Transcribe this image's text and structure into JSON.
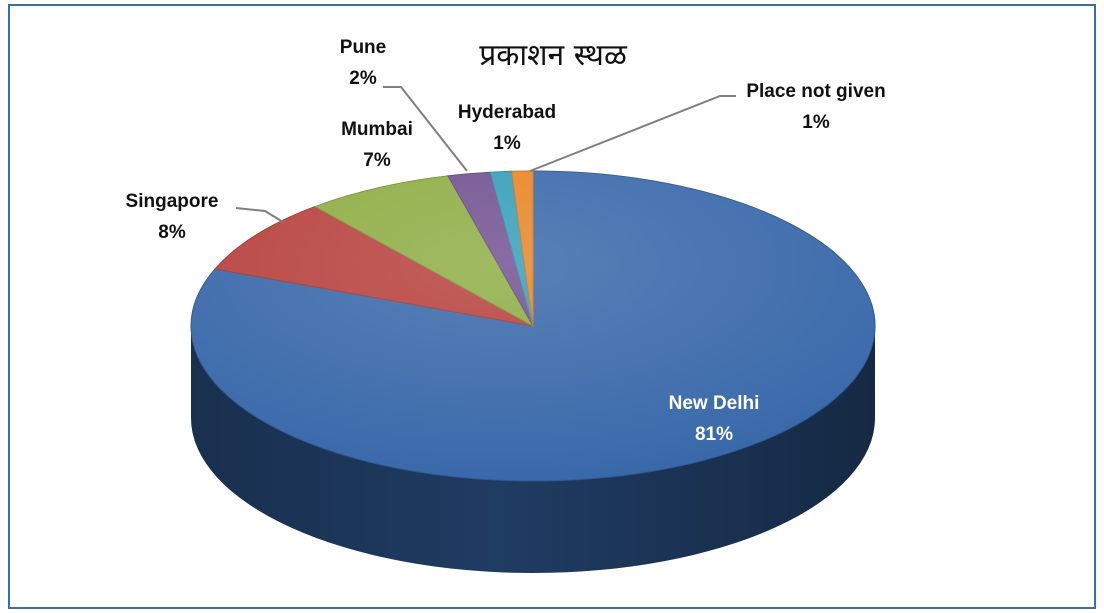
{
  "chart_data": {
    "type": "pie",
    "title": "प्रकाशन स्थळ",
    "slices": [
      {
        "name": "New Delhi",
        "value": 81,
        "label": "81%",
        "color": "#3565a8",
        "label_inside": true
      },
      {
        "name": "Singapore",
        "value": 8,
        "label": "8%",
        "color": "#b53d39"
      },
      {
        "name": "Mumbai",
        "value": 7,
        "label": "7%",
        "color": "#8bab3f"
      },
      {
        "name": "Pune",
        "value": 2,
        "label": "2%",
        "color": "#6e4d8e"
      },
      {
        "name": "Hyderabad",
        "value": 1,
        "label": "1%",
        "color": "#2f9cb7"
      },
      {
        "name": "Place not given",
        "value": 1,
        "label": "1%",
        "color": "#e8821e"
      }
    ],
    "start_angle_deg": 0,
    "direction": "clockwise",
    "style": "3d-tilted"
  }
}
